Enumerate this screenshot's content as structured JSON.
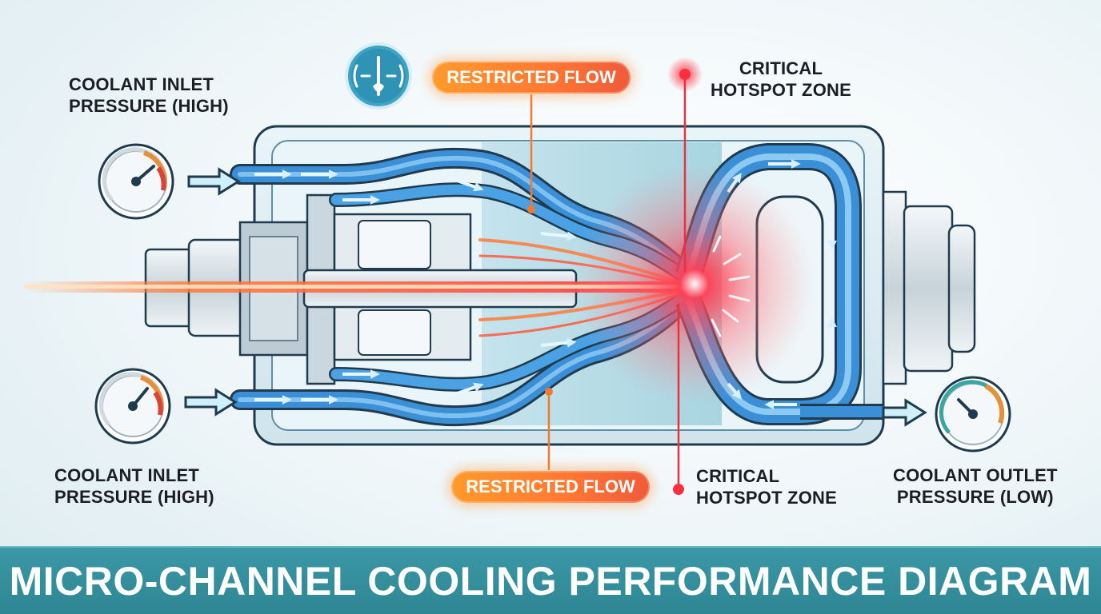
{
  "labels": {
    "inlet_top": [
      "COOLANT INLET",
      "PRESSURE (HIGH)"
    ],
    "inlet_bottom": [
      "COOLANT INLET",
      "PRESSURE (HIGH)"
    ],
    "outlet": [
      "COOLANT OUTLET",
      "PRESSURE (LOW)"
    ],
    "restricted_top": "RESTRICTED FLOW",
    "restricted_bottom": "RESTRICTED FLOW",
    "hotspot_top": [
      "CRITICAL",
      "HOTSPOT ZONE"
    ],
    "hotspot_bottom": [
      "CRITICAL",
      "HOTSPOT ZONE"
    ]
  },
  "title": "MICRO-CHANNEL COOLING PERFORMANCE DIAGRAM",
  "icons": [
    "pressure-gauge-icon",
    "coolant-flow-icon",
    "flow-arrow-icon"
  ],
  "colors": {
    "coolant": "#3a8fd6",
    "hotspot": "#ff2e3f",
    "restricted": "#ff8a2e",
    "title_bar": "#3393a1",
    "housing": "#cfe6ef"
  }
}
